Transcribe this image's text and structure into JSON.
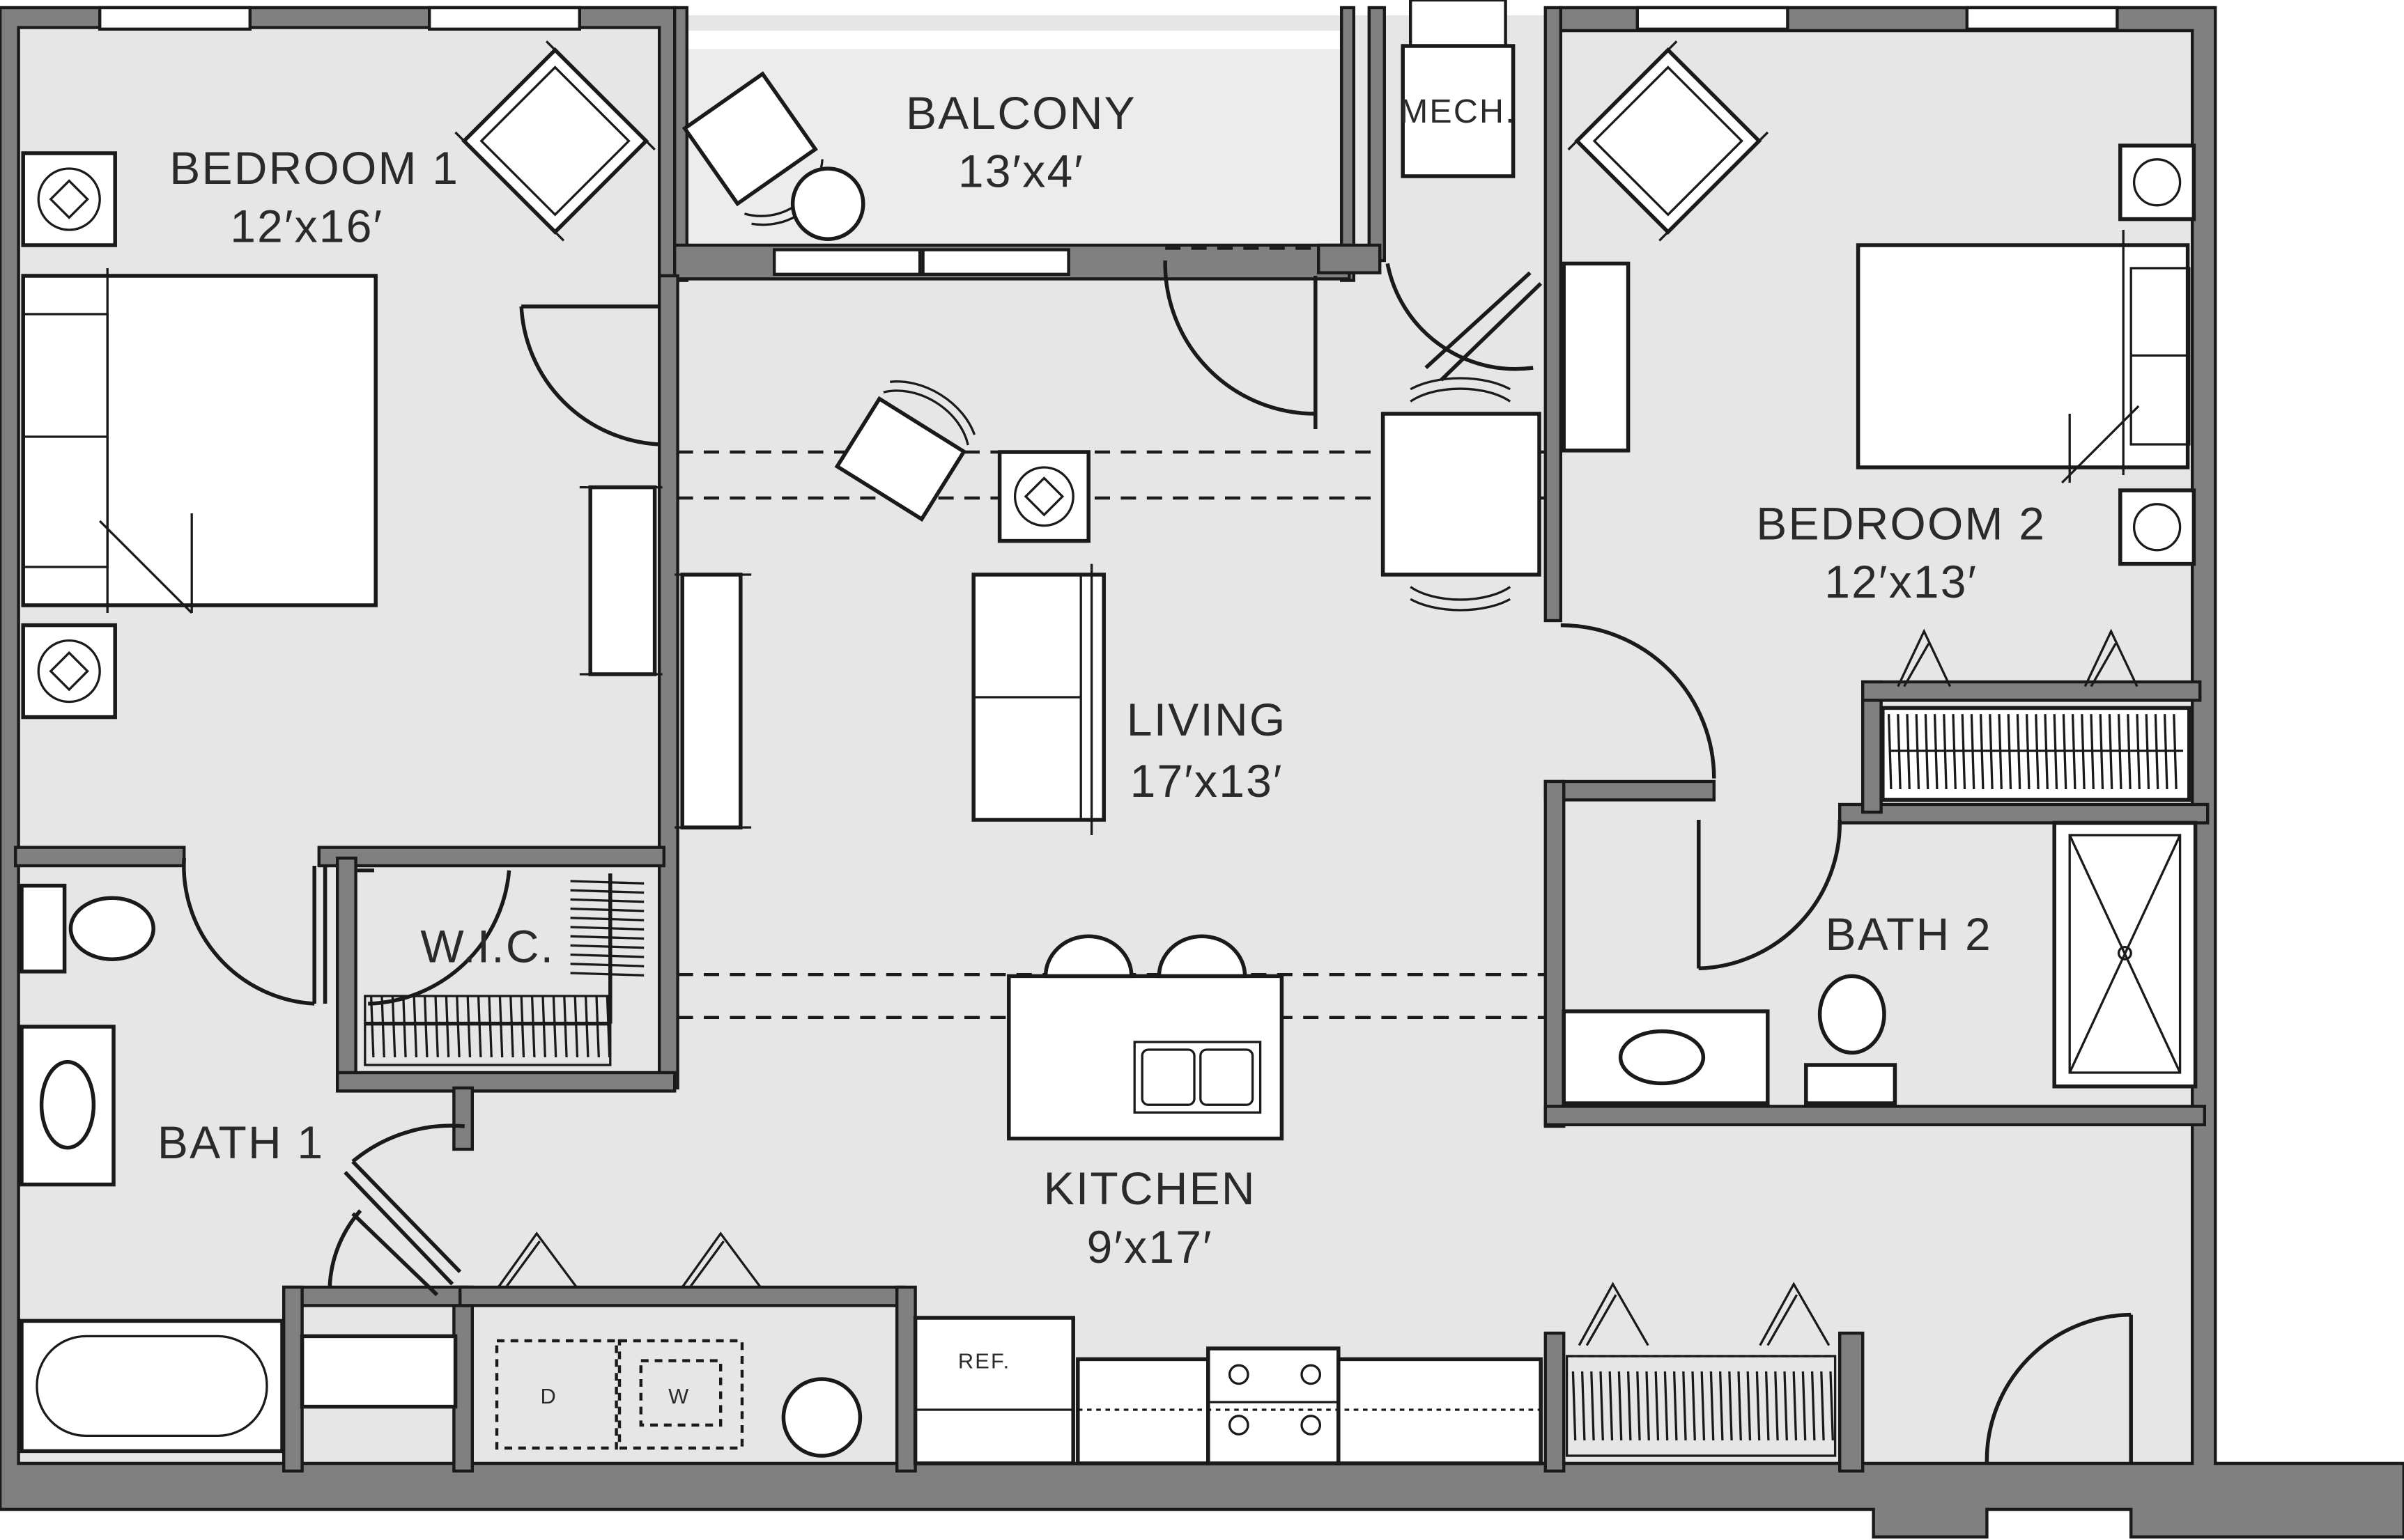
{
  "rooms": {
    "bedroom1": {
      "name": "BEDROOM 1",
      "size": "12′x16′"
    },
    "balcony": {
      "name": "BALCONY",
      "size": "13′x4′"
    },
    "mech": {
      "name": "MECH."
    },
    "bedroom2": {
      "name": "BEDROOM 2",
      "size": "12′x13′"
    },
    "living": {
      "name": "LIVING",
      "size": "17′x13′"
    },
    "wic": {
      "name": "W.I.C."
    },
    "bath1": {
      "name": "BATH 1"
    },
    "bath2": {
      "name": "BATH 2"
    },
    "kitchen": {
      "name": "KITCHEN",
      "size": "9′x17′"
    }
  },
  "appliances": {
    "dryer": "D",
    "washer": "W",
    "fridge": "REF."
  }
}
